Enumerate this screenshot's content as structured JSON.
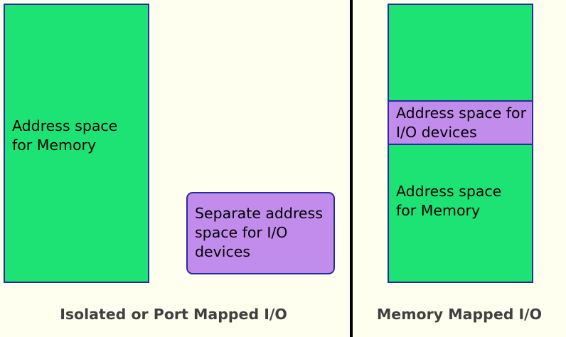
{
  "figure": {
    "background_color": "#FFFFF0",
    "memory_color": "#1DE374",
    "io_color": "#C18CEC",
    "border_color": "#2A2AA0",
    "divider_color": "#000000",
    "caption_color": "#404040",
    "text_color": "#000000"
  },
  "panels": [
    {
      "id": "isolated-io",
      "caption": "Isolated or Port Mapped I/O",
      "blocks": [
        {
          "id": "memory-space",
          "kind": "memory",
          "label": "Address space\nfor Memory",
          "color": "#1DE374"
        },
        {
          "id": "io-space",
          "kind": "io",
          "label": "Separate address\nspace for I/O\ndevices",
          "color": "#C18CEC"
        }
      ]
    },
    {
      "id": "memory-mapped-io",
      "caption": "Memory Mapped I/O",
      "blocks": [
        {
          "id": "memory-space-upper",
          "kind": "memory",
          "label": "",
          "color": "#1DE374"
        },
        {
          "id": "io-space-band",
          "kind": "io",
          "label": "Address space for\nI/O devices",
          "color": "#C18CEC"
        },
        {
          "id": "memory-space-lower",
          "kind": "memory",
          "label": "Address space\nfor Memory",
          "color": "#1DE374"
        }
      ]
    }
  ]
}
